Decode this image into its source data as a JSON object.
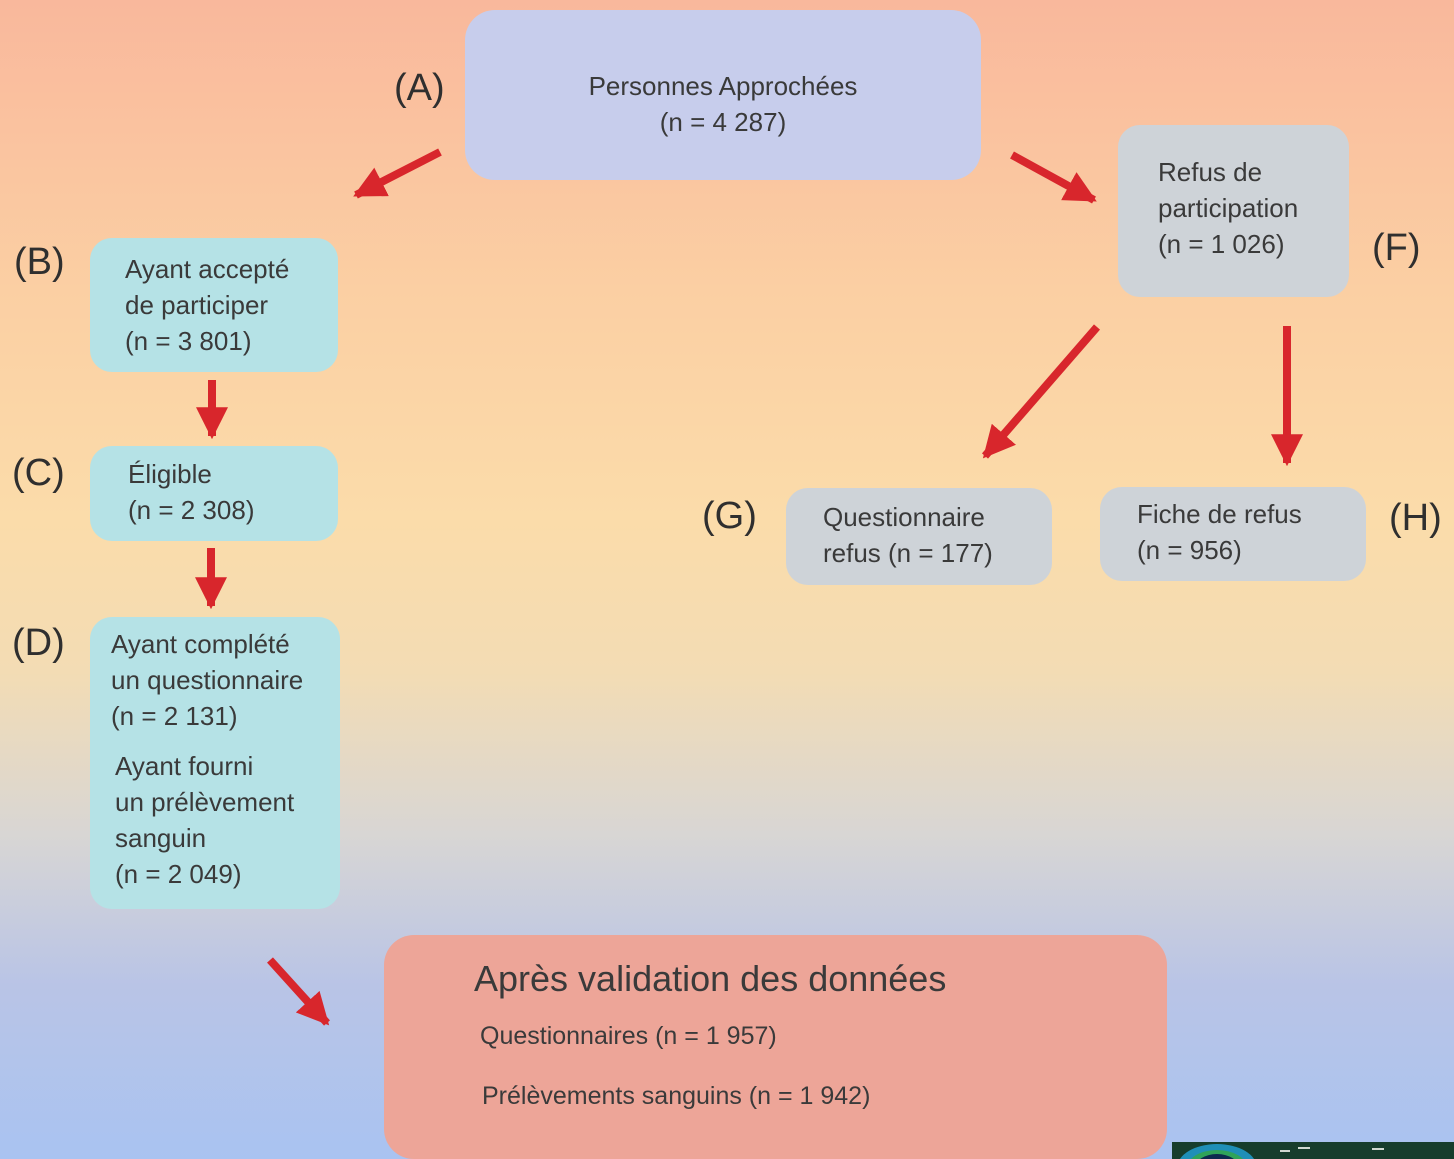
{
  "boxes": {
    "a": {
      "label": "(A)",
      "line1": "Personnes Approchées",
      "line2": "(n = 4 287)"
    },
    "b": {
      "label": "(B)",
      "line1": "Ayant accepté",
      "line2": "de participer",
      "line3": "(n = 3 801)"
    },
    "c": {
      "label": "(C)",
      "line1": "Éligible",
      "line2": "(n = 2 308)"
    },
    "d": {
      "label": "(D)",
      "line1": "Ayant complété",
      "line2": "un questionnaire",
      "line3": "(n = 2 131)",
      "line4": "Ayant fourni",
      "line5": "un prélèvement",
      "line6": "sanguin",
      "line7": "(n = 2 049)"
    },
    "f": {
      "label": "(F)",
      "line1": "Refus de",
      "line2": "participation",
      "line3": "(n = 1 026)"
    },
    "g": {
      "label": "(G)",
      "line1": "Questionnaire",
      "line2": "refus (n = 177)"
    },
    "h": {
      "label": "(H)",
      "line1": "Fiche de refus",
      "line2": "(n = 956)"
    }
  },
  "validation": {
    "title": "Après validation des données",
    "line1": "Questionnaires (n = 1 957)",
    "line2": "Prélèvements sanguins (n = 1 942)"
  },
  "colors": {
    "arrow": "#d8262c",
    "box_a": "#c7cdec",
    "box_left": "#b5e2e6",
    "box_refus": "#ced3d8",
    "box_validation": "#eda598"
  }
}
